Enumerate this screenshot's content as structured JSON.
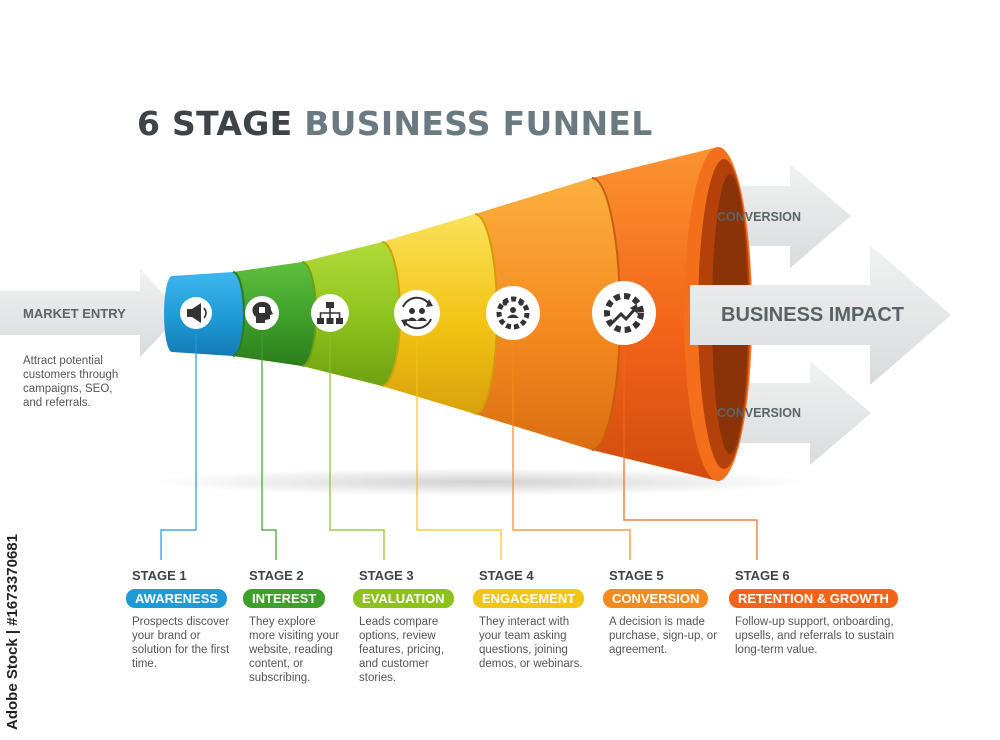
{
  "title": {
    "part1": "6 STAGE",
    "part2": "BUSINESS FUNNEL"
  },
  "market_entry": {
    "label": "MARKET ENTRY",
    "description": "Attract potential customers through campaigns, SEO, and referrals."
  },
  "outputs": {
    "top": "CONVERSION",
    "middle": "BUSINESS IMPACT",
    "bottom": "CONVERSION"
  },
  "stages": [
    {
      "number": "STAGE 1",
      "name": "AWARENESS",
      "color": "#1e9ad6",
      "icon": "megaphone-icon",
      "description": "Prospects discover your brand or solution for the first time."
    },
    {
      "number": "STAGE 2",
      "name": "INTEREST",
      "color": "#3e9f2a",
      "icon": "head-puzzle-icon",
      "description": "They explore more visiting your website, reading content, or subscribing."
    },
    {
      "number": "STAGE 3",
      "name": "EVALUATION",
      "color": "#8cc21b",
      "icon": "hierarchy-icon",
      "description": "Leads compare options, review features, pricing, and customer stories."
    },
    {
      "number": "STAGE 4",
      "name": "ENGAGEMENT",
      "color": "#f2c414",
      "icon": "team-cycle-icon",
      "description": "They interact with your team asking questions, joining demos, or webinars."
    },
    {
      "number": "STAGE 5",
      "name": "CONVERSION",
      "color": "#f58a1f",
      "icon": "team-gear-icon",
      "description": "A decision is made purchase, sign-up, or agreement."
    },
    {
      "number": "STAGE 6",
      "name": "RETENTION & GROWTH",
      "color": "#f26419",
      "icon": "gear-growth-icon",
      "description": "Follow-up support, onboarding, upsells, and referrals to sustain long-term value."
    }
  ],
  "watermark": "Adobe Stock | #1673370681"
}
